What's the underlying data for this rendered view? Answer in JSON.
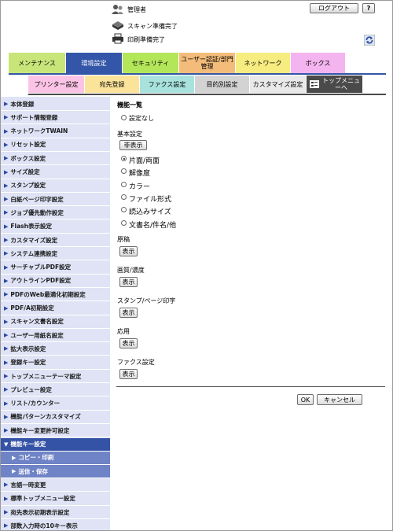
{
  "header": {
    "user_label": "管理者",
    "logout_label": "ログアウト",
    "help_label": "?",
    "scan_status": "スキャン準備完了",
    "print_status": "印刷準備完了"
  },
  "main_tabs": [
    {
      "label": "メンテナンス",
      "color": "#c8e57a"
    },
    {
      "label": "環境設定",
      "color": "#3456a8"
    },
    {
      "label": "セキュリティ",
      "color": "#b4e65a"
    },
    {
      "label": "ユーザー認証/部門管理",
      "color": "#f4bc7a"
    },
    {
      "label": "ネットワーク",
      "color": "#f6ec80"
    },
    {
      "label": "ボックス",
      "color": "#f4b4f0"
    }
  ],
  "sub_tabs": [
    {
      "label": "プリンター設定",
      "color": "#fbc4e6"
    },
    {
      "label": "宛先登録",
      "color": "#fbe39a"
    },
    {
      "label": "ファクス設定",
      "color": "#a9e2dc"
    },
    {
      "label": "目的別設定",
      "color": "#d3d3d3"
    },
    {
      "label": "カスタマイズ設定",
      "color": "#e9e9e9"
    },
    {
      "label": "トップメニューへ",
      "color": "#4a4a4a"
    }
  ],
  "sidebar": {
    "items": [
      "本体登録",
      "サポート情報登録",
      "ネットワークTWAIN",
      "リセット設定",
      "ボックス設定",
      "サイズ設定",
      "スタンプ設定",
      "白紙ページ印字設定",
      "ジョブ優先動作設定",
      "Flash表示設定",
      "カスタマイズ設定",
      "システム連携設定",
      "サーチャブルPDF設定",
      "アウトラインPDF設定",
      "PDFのWeb最適化初期設定",
      "PDF/A初期設定",
      "スキャン文書名設定",
      "ユーザー用紙名設定",
      "拡大表示設定",
      "登録キー設定",
      "トップメニューテーマ設定",
      "プレビュー設定",
      "リスト/カウンター",
      "機能パターンカスタマイズ",
      "機能キー変更許可設定",
      "機能キー設定"
    ],
    "subitems": [
      "コピー・印刷",
      "送信・保存"
    ],
    "items_after": [
      "言語一時変更",
      "標準トップメニュー設定",
      "宛先表示初期表示設定",
      "部数入力時の10キー表示"
    ]
  },
  "content": {
    "title": "機能一覧",
    "none_option": "設定なし",
    "basic_heading": "基本設定",
    "hide_label": "非表示",
    "basic_options": [
      "片面/両面",
      "解像度",
      "カラー",
      "ファイル形式",
      "読込みサイズ",
      "文書名/件名/他"
    ],
    "sections": [
      "原稿",
      "画質/濃度",
      "スタンプ/ページ印字",
      "応用",
      "ファクス設定"
    ],
    "show_label": "表示",
    "ok_label": "OK",
    "cancel_label": "キャンセル"
  }
}
